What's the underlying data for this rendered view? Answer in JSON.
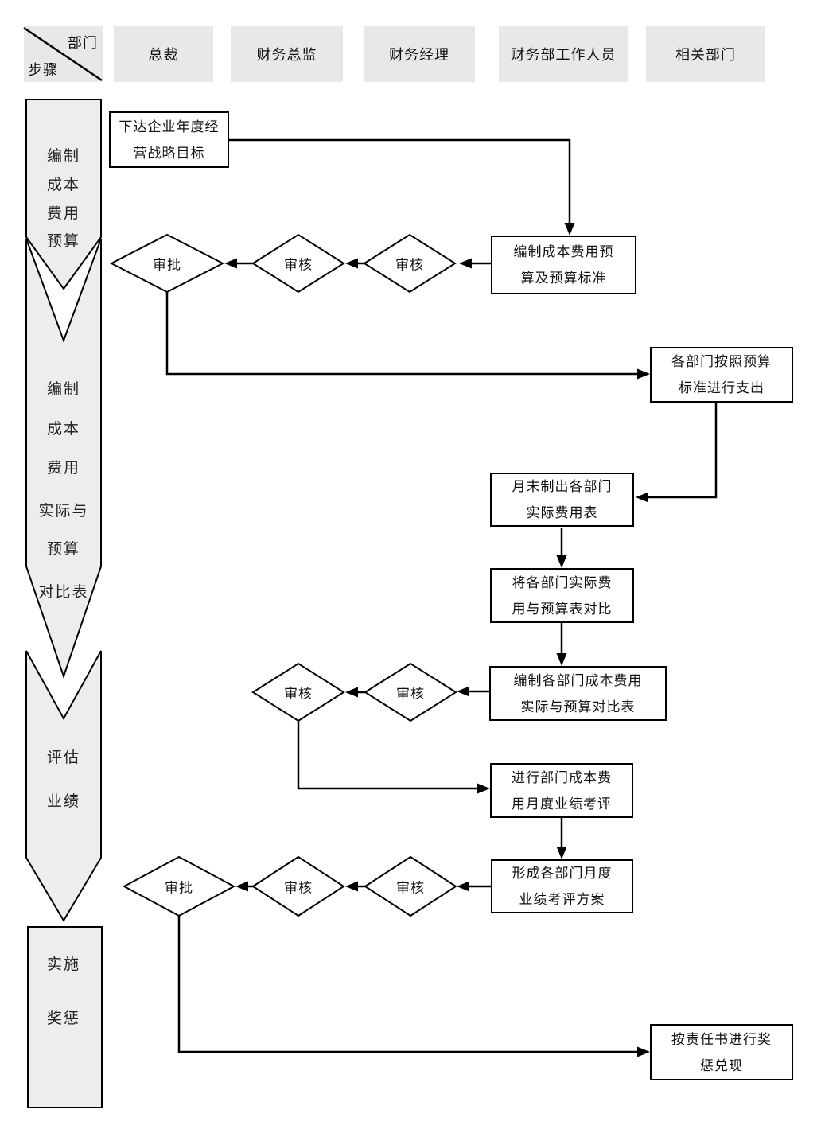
{
  "colors": {
    "header_fill": "#e8e8e8",
    "stage_fill": "#ededed",
    "box_fill": "#ffffff",
    "line_color": "#000000"
  },
  "header": {
    "corner": {
      "top_right": "部门",
      "bottom_left": "步骤"
    },
    "columns": [
      "总裁",
      "财务总监",
      "财务经理",
      "财务部工作人员",
      "相关部门"
    ]
  },
  "stages": [
    {
      "lines": [
        "编制",
        "成本",
        "费用",
        "预算"
      ]
    },
    {
      "lines": [
        "编制",
        "成本",
        "费用",
        "实际与",
        "预算",
        "对比表"
      ]
    },
    {
      "lines": [
        "评估",
        "业绩"
      ]
    },
    {
      "lines": [
        "实施",
        "奖惩"
      ]
    }
  ],
  "boxes": {
    "goal": {
      "line1": "下达企业年度经",
      "line2": "营战略目标"
    },
    "budget": {
      "line1": "编制成本费用预",
      "line2": "算及预算标准"
    },
    "spend": {
      "line1": "各部门按照预算",
      "line2": "标准进行支出"
    },
    "monthly": {
      "line1": "月末制出各部门",
      "line2": "实际费用表"
    },
    "compare": {
      "line1": "将各部门实际费",
      "line2": "用与预算表对比"
    },
    "table": {
      "line1": "编制各部门成本费用",
      "line2": "实际与预算对比表"
    },
    "review": {
      "line1": "进行部门成本费",
      "line2": "用月度业绩考评"
    },
    "plan": {
      "line1": "形成各部门月度",
      "line2": "业绩考评方案"
    },
    "reward": {
      "line1": "按责任书进行奖",
      "line2": "惩兑现"
    }
  },
  "diamonds": {
    "approve1": "审批",
    "check1a": "审核",
    "check1b": "审核",
    "check2a": "审核",
    "check2b": "审核",
    "approve3": "审批",
    "check3a": "审核",
    "check3b": "审核"
  }
}
